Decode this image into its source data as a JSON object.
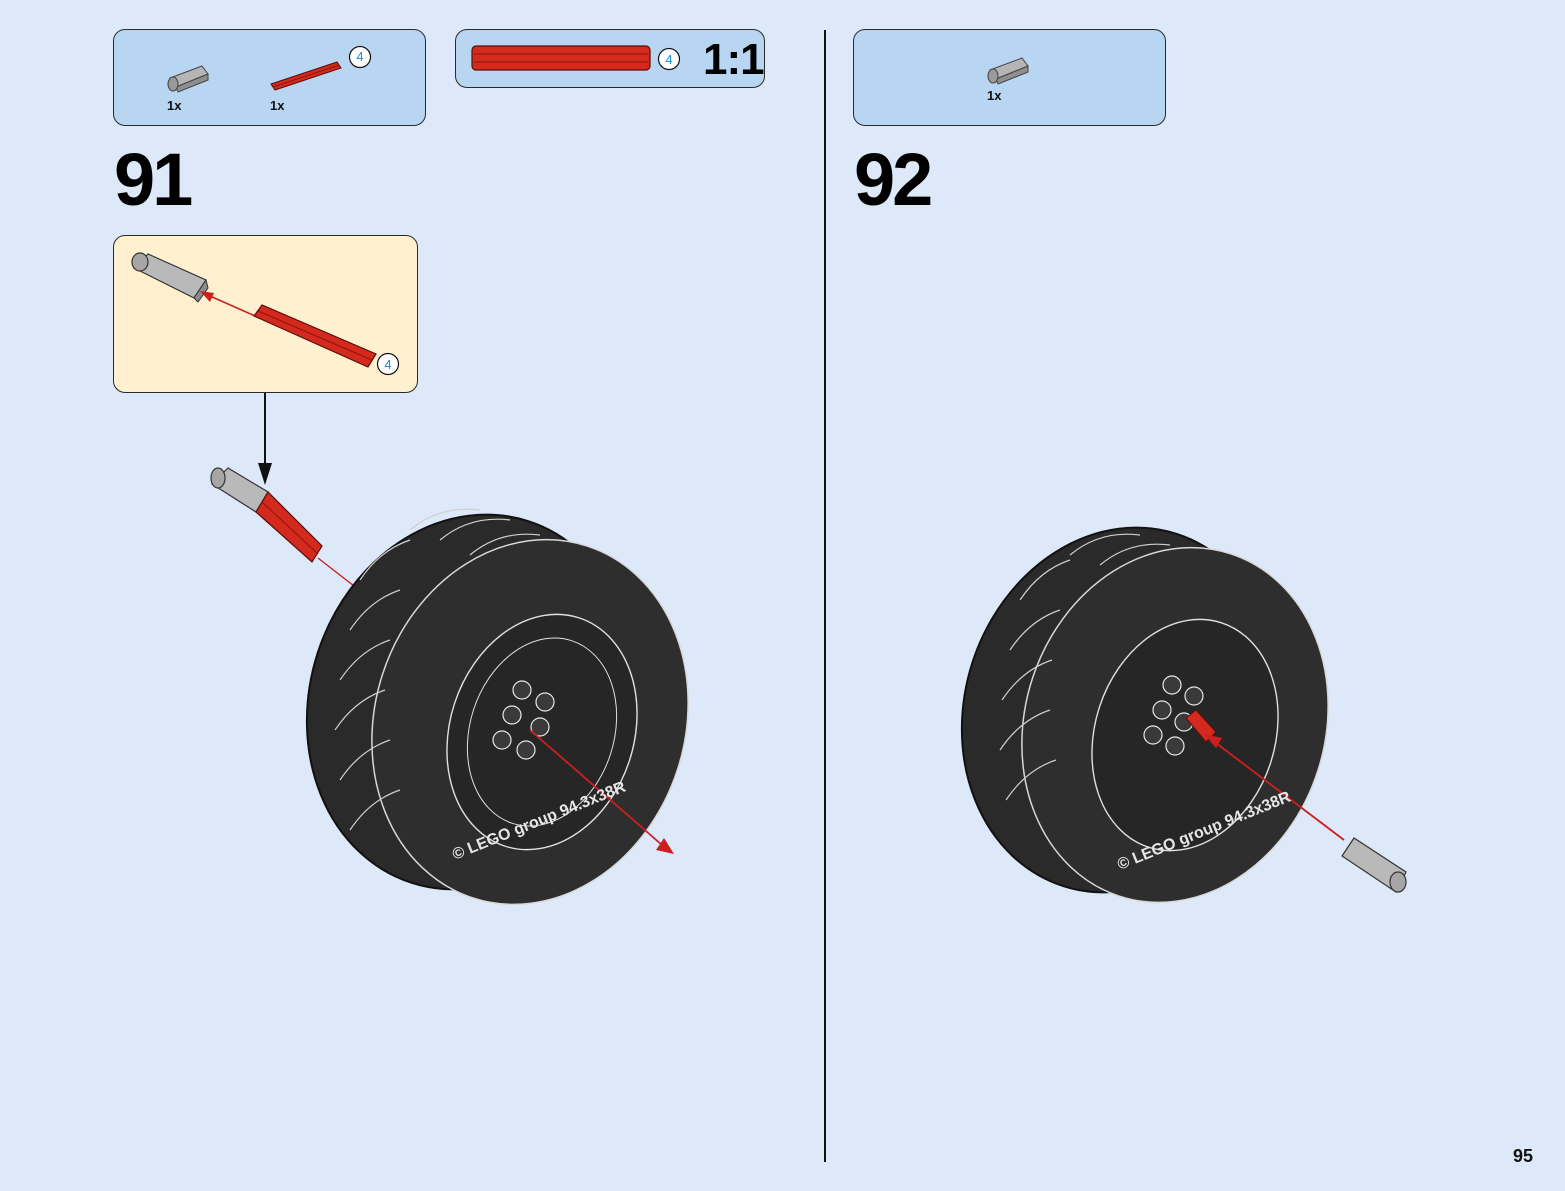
{
  "page": {
    "number": "95"
  },
  "step91": {
    "number": "91",
    "parts": [
      {
        "icon": "gray-axle-connector-icon",
        "qty": "1x"
      },
      {
        "icon": "red-axle-icon",
        "qty": "1x",
        "length": "4"
      }
    ],
    "scale_box": {
      "length": "4",
      "scale": "1:1"
    },
    "subassembly": {
      "axle_length": "4"
    }
  },
  "step92": {
    "number": "92",
    "parts": [
      {
        "icon": "gray-axle-connector-icon",
        "qty": "1x"
      }
    ]
  },
  "tire_text": "© LEGO group 94.3x38R",
  "colors": {
    "background": "#dde9f9",
    "parts_box": "#b8d6f2",
    "subassembly_box": "#fff0cf",
    "axle_red": "#d42a1e",
    "connector_gray": "#a9a9a9",
    "arrow_red": "#cc1f1f"
  }
}
